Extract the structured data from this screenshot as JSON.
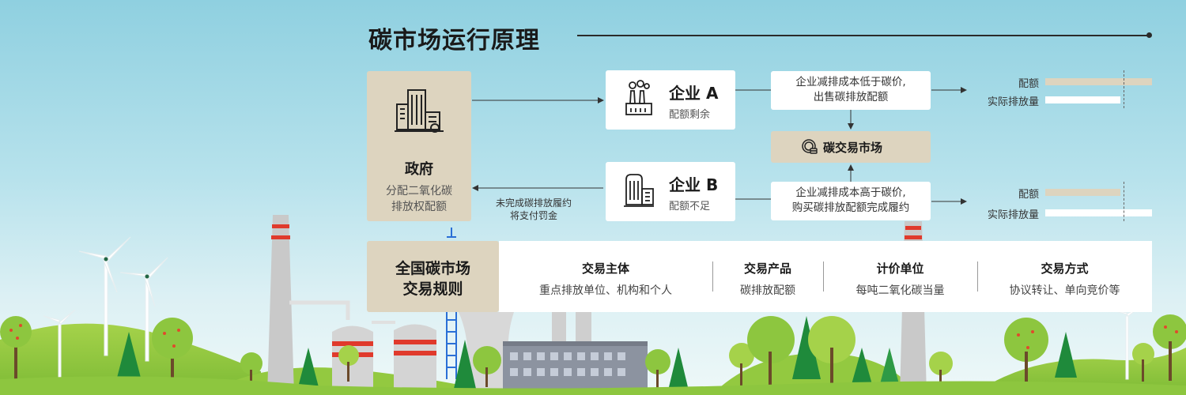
{
  "title": "碳市场运行原理",
  "government": {
    "name": "政府",
    "desc_line1": "分配二氧化碳",
    "desc_line2": "排放权配额"
  },
  "enterprise_a": {
    "name": "企业 A",
    "desc": "配额剩余"
  },
  "enterprise_b": {
    "name": "企业 B",
    "desc": "配额不足"
  },
  "note_a": {
    "line1": "企业减排成本低于碳价,",
    "line2": "出售碳排放配额"
  },
  "note_b": {
    "line1": "企业减排成本高于碳价,",
    "line2": "购买碳排放配额完成履约"
  },
  "market": {
    "label": "碳交易市场"
  },
  "penalty": {
    "line1": "未完成碳排放履约",
    "line2": "将支付罚金"
  },
  "bars_a": {
    "quota_label": "配额",
    "actual_label": "实际排放量",
    "quota_level": 1.0,
    "actual_level": 0.7
  },
  "bars_b": {
    "quota_label": "配额",
    "actual_label": "实际排放量",
    "quota_level": 0.7,
    "actual_level": 1.0
  },
  "rules": {
    "title_line1": "全国碳市场",
    "title_line2": "交易规则",
    "columns": [
      {
        "key": "交易主体",
        "value": "重点排放单位、机构和个人"
      },
      {
        "key": "交易产品",
        "value": "碳排放配额"
      },
      {
        "key": "计价单位",
        "value": "每吨二氧化碳当量"
      },
      {
        "key": "交易方式",
        "value": "协议转让、单向竞价等"
      }
    ]
  },
  "colors": {
    "tan": "#ddd4bf",
    "white": "#ffffff",
    "sky": "#8fd0e0",
    "grass": "#8dc63f",
    "chimney_red": "#e03a2c"
  }
}
